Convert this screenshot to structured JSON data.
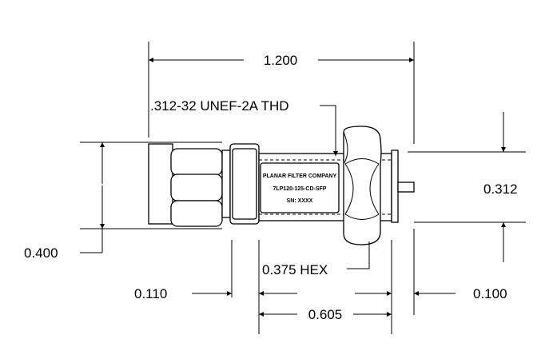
{
  "dimensions": {
    "overall_length": "1.200",
    "thread": ".312-32 UNEF-2A THD",
    "body_height": "0.400",
    "right_height": "0.312",
    "hex": "0.375 HEX",
    "left_offset": "0.110",
    "right_offset": "0.100",
    "body_length": "0.605"
  },
  "label": {
    "line1": "PLANAR FILTER COMPANY",
    "line2": "7LP120-125-CD-SFP",
    "line3": "SN: XXXX"
  }
}
